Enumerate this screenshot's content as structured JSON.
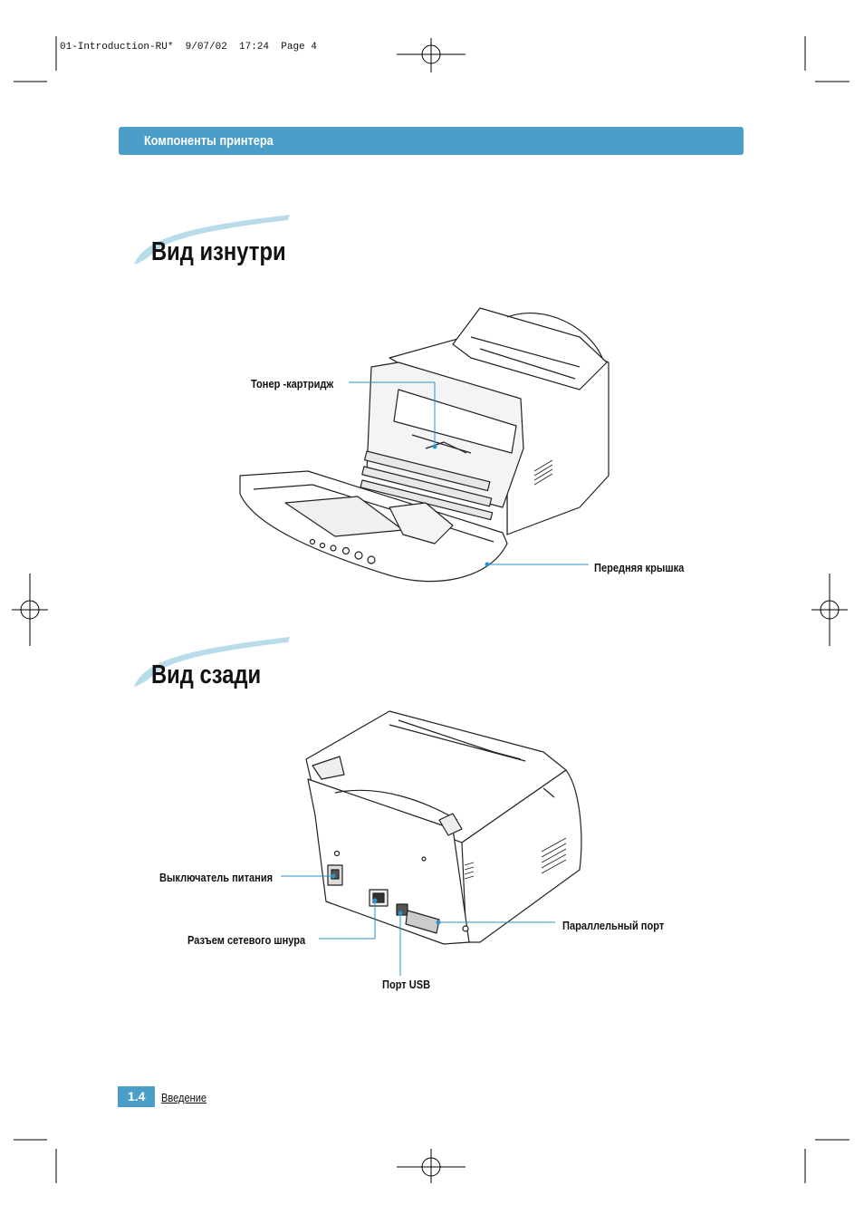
{
  "slug": {
    "text": "01-Introduction-RU*  9/07/02  17:24  Page 4"
  },
  "header": {
    "title": "Компоненты принтера"
  },
  "sections": [
    {
      "title": "Вид изнутри"
    },
    {
      "title": "Вид сзади"
    }
  ],
  "callouts": {
    "toner": "Тонер -картридж",
    "front_cover": "Передняя крышка",
    "power_switch": "Выключатель питания",
    "power_cord": "Разъем сетевого шнура",
    "usb_port": "Порт USB",
    "parallel_port": "Параллельный порт"
  },
  "footer": {
    "page": "1.4",
    "section": "Введение"
  },
  "colors": {
    "accent": "#4a9ec8",
    "callout_line": "#2a93c9"
  }
}
